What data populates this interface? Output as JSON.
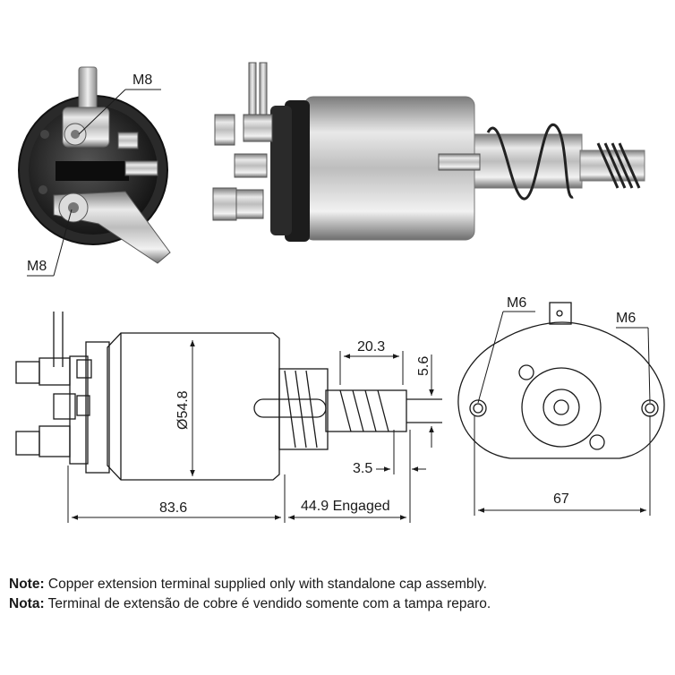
{
  "photo_labels": {
    "end_terminal_top": "M8",
    "end_terminal_bottom": "M8"
  },
  "dimensions": {
    "diameter": "Ø54.8",
    "body_length": "83.6",
    "engaged_travel": "44.9 Engaged",
    "spring_length": "20.3",
    "rod_offset": "5.6",
    "plunger_gap": "3.5",
    "flange_width": "67",
    "thread_left": "M6",
    "thread_right": "M6"
  },
  "notes": {
    "en_label": "Note:",
    "en_text": " Copper extension terminal supplied only with standalone cap assembly.",
    "pt_label": "Nota:",
    "pt_text": " Terminal de extensão de cobre é vendido somente com a tampa reparo."
  }
}
